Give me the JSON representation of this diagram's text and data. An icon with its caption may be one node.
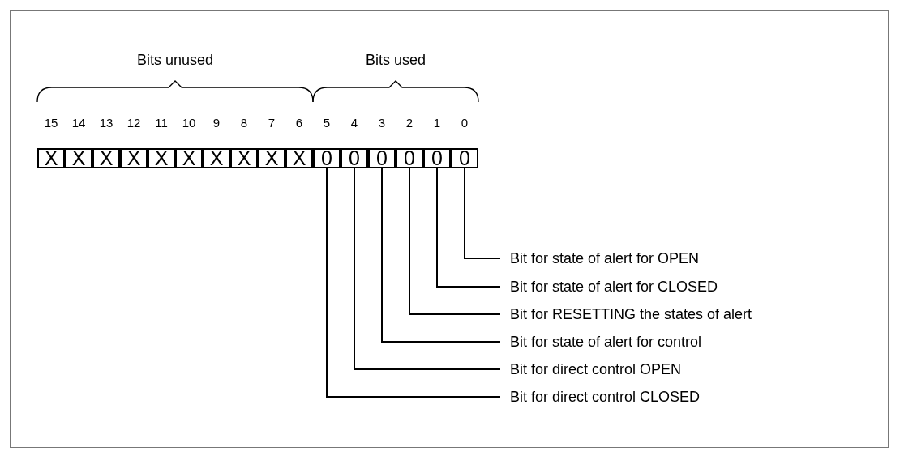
{
  "diagram": {
    "nodes": [
      {
        "text": [
          "X"
        ]
      },
      {
        "text": [
          "X"
        ]
      },
      {
        "text": [
          "X"
        ]
      },
      {
        "text": [
          "X"
        ]
      },
      {
        "text": [
          "X"
        ]
      },
      {
        "text": [
          "X"
        ]
      },
      {
        "text": [
          "X"
        ]
      },
      {
        "text": [
          "X"
        ]
      },
      {
        "text": [
          "X"
        ]
      },
      {
        "text": [
          "X"
        ]
      },
      {
        "text": [
          "0"
        ]
      },
      {
        "text": [
          "0"
        ]
      },
      {
        "text": [
          "0"
        ]
      },
      {
        "text": [
          "0"
        ]
      },
      {
        "text": [
          "0"
        ]
      },
      {
        "text": [
          "0"
        ]
      },
      {
        "text": [
          "Bit for state of alert for OPEN"
        ]
      },
      {
        "text": [
          "Bit for state of alert for CLOSED"
        ]
      },
      {
        "text": [
          "Bit for RESETTING the states of alert"
        ]
      },
      {
        "text": [
          "Bit for state of alert for control"
        ]
      },
      {
        "text": [
          "Bit for direct control OPEN"
        ]
      },
      {
        "text": [
          "Bit for direct control CLOSED"
        ]
      }
    ],
    "edges": [
      {
        "from": 16,
        "to": 15,
        "arrow": "none"
      },
      {
        "from": 17,
        "to": 14,
        "arrow": "none"
      },
      {
        "from": 18,
        "to": 13,
        "arrow": "none"
      },
      {
        "from": 19,
        "to": 12,
        "arrow": "none"
      },
      {
        "from": 20,
        "to": 11,
        "arrow": "none"
      },
      {
        "from": 21,
        "to": 10,
        "arrow": "none"
      }
    ],
    "labels": [
      "Bits unused",
      "Bits used",
      "15",
      "14",
      "13",
      "12",
      "11",
      "10",
      "9",
      "8",
      "7",
      "6",
      "5",
      "4",
      "3",
      "2",
      "1",
      "0"
    ]
  }
}
